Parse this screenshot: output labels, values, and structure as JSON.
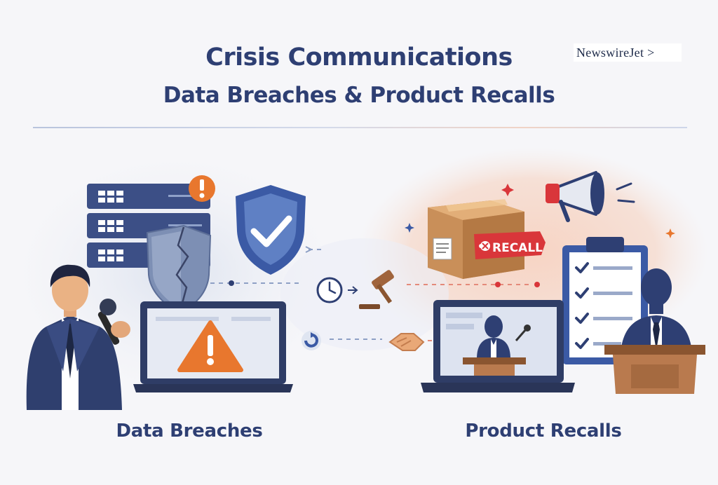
{
  "header": {
    "title_line1": "Crisis Communications",
    "title_line2": "Data Breaches & Product Recalls",
    "brand": "NewswireJet >"
  },
  "illustration": {
    "recall_tag": "RECALL"
  },
  "sections": {
    "left_label": "Data Breaches",
    "right_label": "Product Recalls"
  },
  "colors": {
    "navy": "#2e3f73",
    "alert_orange": "#e8772e",
    "recall_red": "#d9363a",
    "wood": "#b97a4e",
    "shield_blue": "#3b5aa5"
  },
  "icons": [
    "server-rack-icon",
    "alert-badge-icon",
    "broken-shield-icon",
    "check-shield-icon",
    "laptop-warning-icon",
    "clock-icon",
    "gavel-icon",
    "handshake-icon",
    "megaphone-icon",
    "package-box-icon",
    "clipboard-checklist-icon",
    "spokesperson-microphone",
    "podium-speaker"
  ]
}
